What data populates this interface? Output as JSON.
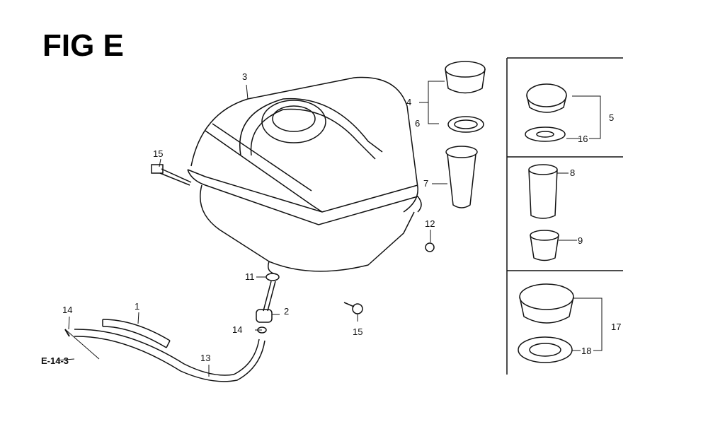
{
  "title": "FIG E",
  "reference": "E-14-3",
  "callouts": {
    "tank": "3",
    "cap_a": "4",
    "gasket_a": "6",
    "strainer_a": "7",
    "bolt_left": "15",
    "nut": "12",
    "washer": "11",
    "cock": "2",
    "clip_right": "14",
    "bolt_right": "15",
    "tube_short": "1",
    "clip_left": "14",
    "tube_long": "13",
    "cap_b": "5",
    "gasket_b": "16",
    "strainer_b": "8",
    "strainer_holder": "9",
    "cap_c": "17",
    "gasket_c": "18"
  }
}
